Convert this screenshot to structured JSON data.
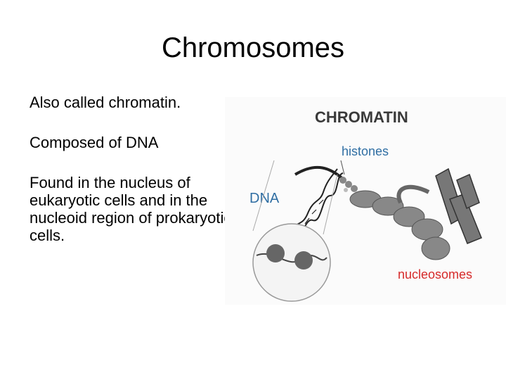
{
  "slide": {
    "title": "Chromosomes",
    "bullets": [
      "Also called chromatin.",
      "Composed of DNA",
      "Found in the nucleus of eukaryotic cells and in the nucleoid region of prokaryotic cells."
    ]
  },
  "figure": {
    "heading": "CHROMATIN",
    "labels": {
      "histones": "histones",
      "dna": "DNA",
      "nucleosomes": "nucleosomes"
    },
    "colors": {
      "heading": "#3a3a3a",
      "histones": "#2f6ea3",
      "dna": "#2f6ea3",
      "nucleosomes": "#d62a2a"
    }
  }
}
